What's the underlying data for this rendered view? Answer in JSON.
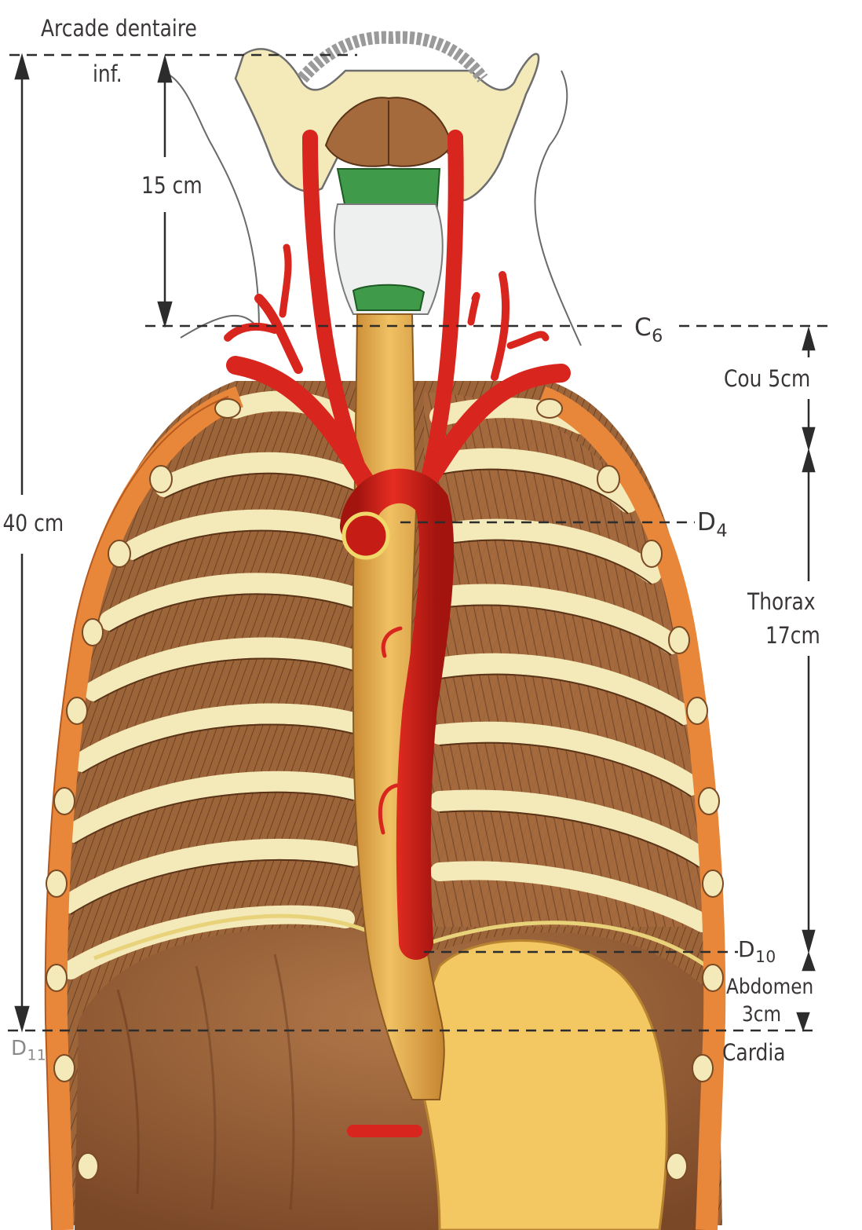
{
  "labels": {
    "arcade_line1": "Arcade dentaire",
    "arcade_line2": "inf.",
    "dist_15": "15 cm",
    "dist_40": "40 cm",
    "c6_letter": "C",
    "c6_sub": "6",
    "d4_letter": "D",
    "d4_sub": "4",
    "d10_letter": "D",
    "d10_sub": "10",
    "d11_letter": "D",
    "d11_sub": "11",
    "cou": "Cou 5cm",
    "thorax_line1": "Thorax",
    "thorax_line2": "17cm",
    "abdomen_line1": "Abdomen",
    "abdomen_line2": "3cm",
    "cardia": "Cardia"
  },
  "colors": {
    "rib_bone": "#f4e9b8",
    "intercostal_muscle": "#9a6238",
    "artery": "#d8251e",
    "oesophagus": "#e9b24f",
    "stomach": "#f3c762",
    "cartilage_green": "#3f9a4a",
    "pleura_orange": "#e8863a",
    "text": "#3a3636"
  }
}
